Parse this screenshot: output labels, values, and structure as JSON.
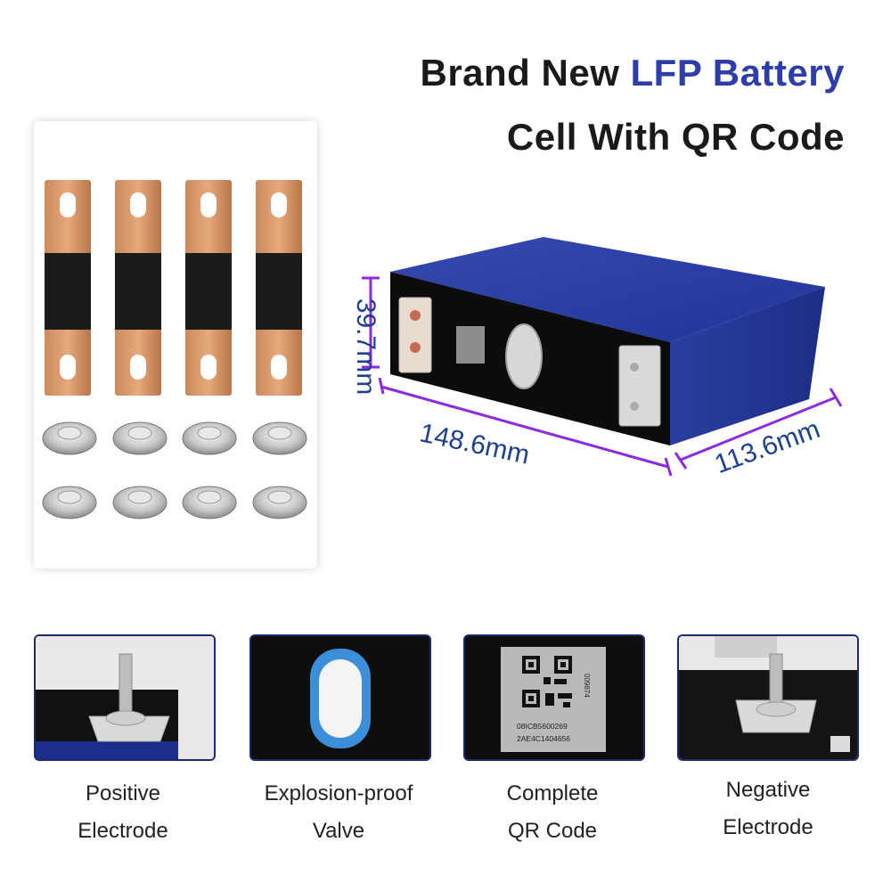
{
  "header": {
    "line1_prefix": "Brand New ",
    "line1_accent": "LFP Battery",
    "line2": "Cell With QR Code",
    "accent_color": "#2e3ea8"
  },
  "accessories": {
    "busbar_count": 4,
    "nut_rows": 2,
    "nuts_per_row": 4
  },
  "battery": {
    "body_color": "#2a3f9e",
    "dimensions": {
      "height": "39.7mm",
      "length": "148.6mm",
      "width": "113.6mm"
    },
    "dimension_line_color": "#8a2be2"
  },
  "features": [
    {
      "icon": "positive-electrode-photo",
      "line1": "Positive",
      "line2": "Electrode"
    },
    {
      "icon": "explosion-proof-valve-photo",
      "line1": "Explosion-proof",
      "line2": "Valve"
    },
    {
      "icon": "qr-code-label-photo",
      "line1": "Complete",
      "line2": "QR Code",
      "qr_text1": "08ICB5600269",
      "qr_text2": "2AE4C1404656",
      "qr_side": "009874"
    },
    {
      "icon": "negative-electrode-photo",
      "line1": "Negative",
      "line2": "Electrode"
    }
  ]
}
